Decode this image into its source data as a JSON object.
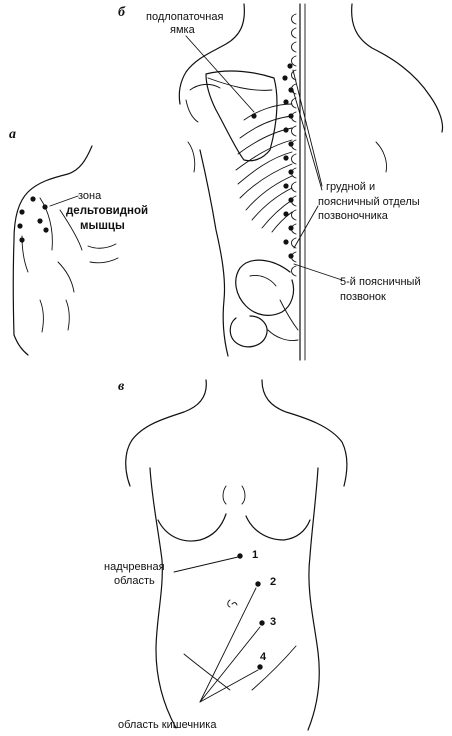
{
  "panels": {
    "a": "а",
    "b": "б",
    "v": "в"
  },
  "labels": {
    "subscapular_1": "подлопаточная",
    "subscapular_2": "ямка",
    "deltoid_1": "зона",
    "deltoid_2": "дельтовидной",
    "deltoid_3": "мышцы",
    "spine_1": "грудной и",
    "spine_2": "поясничный отделы",
    "spine_3": "позвоночника",
    "l5_1": "5-й поясничный",
    "l5_2": "позвонок",
    "epigastric_1": "надчревная",
    "epigastric_2": "область",
    "intestine": "область кишечника"
  },
  "points": [
    "1",
    "2",
    "3",
    "4"
  ],
  "colors": {
    "ink": "#111111",
    "background": "#ffffff"
  }
}
